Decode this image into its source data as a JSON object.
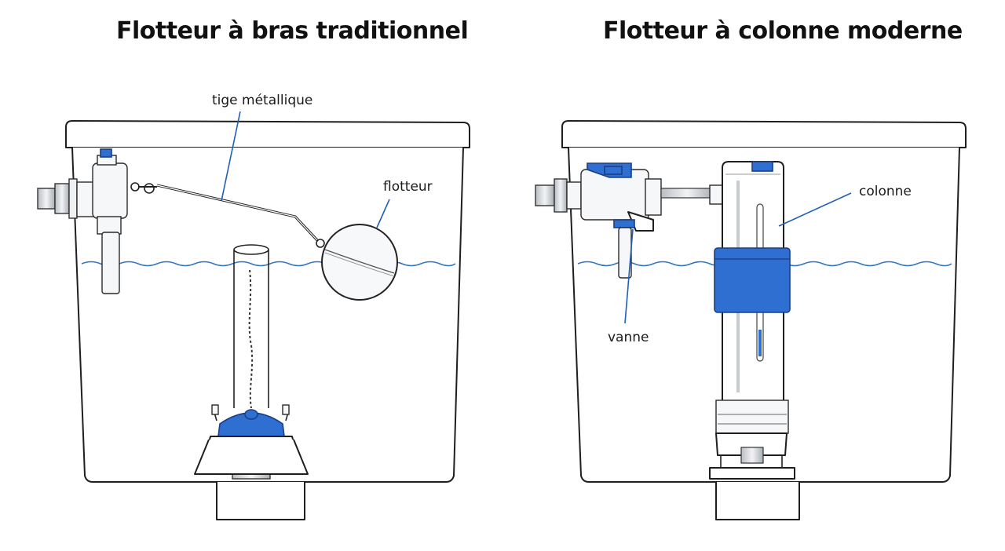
{
  "left_panel": {
    "title": "Flotteur à bras traditionnel",
    "labels": {
      "rod": "tige métallique",
      "float": "flotteur"
    }
  },
  "right_panel": {
    "title": "Flotteur à colonne moderne",
    "labels": {
      "column": "colonne",
      "valve": "vanne"
    }
  },
  "colors": {
    "accent_blue": "#2f6fd1",
    "water_line": "#2f73c9",
    "outline": "#1f1f1f"
  }
}
